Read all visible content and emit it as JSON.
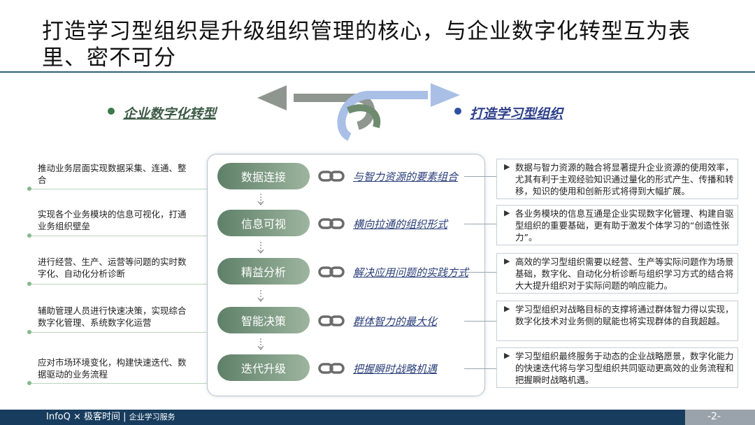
{
  "title": "打造学习型组织是升级组织管理的核心，与企业数字化转型互为表里、密不可分",
  "left_category": "企业数字化转型",
  "right_category": "打造学习型组织",
  "colors": {
    "pill_start": "#5f8068",
    "pill_end": "#9db59f",
    "footer": "#173c5e",
    "link_text": "#2a3f7a"
  },
  "steps": [
    {
      "pill": "数据连接",
      "link": "与智力资源的要素组合",
      "left": "推动业务层面实现数据采集、连通、整合",
      "right": "数据与智力资源的融合将显著提升企业资源的使用效率，尤其有利于主观经验知识通过量化的形式产生、传播和转移，知识的使用和创新形式将得到大幅扩展。"
    },
    {
      "pill": "信息可视",
      "link": "横向拉通的组织形式",
      "left": "实现各个业务模块的信息可视化，打通业务组织壁垒",
      "right": "各业务模块的信息互通是企业实现数字化管理、构建自驱型组织的重要基础，更有助于激发个体学习的“创造性张力”。"
    },
    {
      "pill": "精益分析",
      "link": "解决应用问题的实践方式",
      "left": "进行经营、生产、运营等问题的实时数字化、自动化分析诊断",
      "right": "高效的学习型组织需要以经营、生产等实际问题作为场景基础，数字化、自动化分析诊断与组织学习方式的结合将大大提升组织对于实际问题的响应能力。"
    },
    {
      "pill": "智能决策",
      "link": "群体智力的最大化",
      "left": "辅助管理人员进行快速决策，实现综合数字化管理、系统数字化运营",
      "right": "学习型组织对战略目标的支撑将通过群体智力得以实现，数字化技术对业务侧的赋能也将实现群体的自我超越。"
    },
    {
      "pill": "迭代升级",
      "link": "把握瞬时战略机遇",
      "left": "应对市场环境变化，构建快速迭代、数据驱动的业务流程",
      "right": "学习型组织最终服务于动态的企业战略愿景，数字化能力的快速迭代将与学习型组织共同驱动更高效的业务流程和把握瞬时战略机遇。"
    }
  ],
  "icons": {
    "bullet": "▶",
    "link": "chain-link-icon",
    "down": "down-arrow-icon"
  },
  "footer": {
    "brand": "InfoQ × 极客时间",
    "separator": "|",
    "service": "企业学习服务",
    "page": "-2-"
  }
}
